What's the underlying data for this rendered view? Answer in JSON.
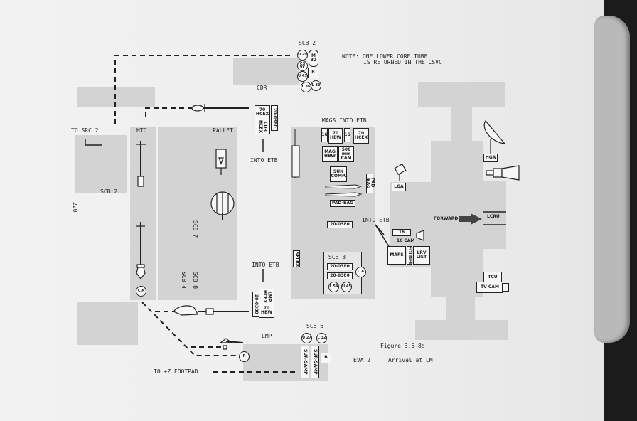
{
  "figure": {
    "number": "Figure 3.5-8d",
    "subtitle_mission": "EVA 2",
    "subtitle_event": "Arrival at LM",
    "page_number": "220",
    "note_line1": "NOTE: ONE LOWER CORE TUBE",
    "note_line2": "IS RETURNED IN THE CSVC"
  },
  "labels": {
    "scb2_top": "SCB 2",
    "cdr": "CDR",
    "into_etb_cdr": "INTO ETB",
    "to_src2": "TO SRC 2",
    "htc": "HTC",
    "pallet": "PALLET",
    "scb2_left": "SCB 2",
    "scb7": "SCB 7",
    "scb8": "SCB 8",
    "scb4": "SCB 4",
    "into_etb_lmp": "INTO ETB",
    "lmp": "LMP",
    "scb6": "SCB 6",
    "to_footpad": "TO +Z FOOTPAD",
    "mags_into_etb": "MAGS INTO ETB",
    "into_etb_right": "INTO ETB",
    "scb3": "SCB 3",
    "forward": "FORWARD"
  },
  "scb2_items": {
    "c1": "U 29",
    "c2": "CS VC",
    "c3": "U 43",
    "c4": "L 36",
    "c5": "L 33",
    "c6": "M 32",
    "box": "B"
  },
  "cdr_items": {
    "hcex": "70 HCEX",
    "cdr_hcex": "CDR HCEX",
    "sleeve": "20-0380"
  },
  "etb_items": {
    "b1": "16",
    "hbw": "70 HBW",
    "b2": "16",
    "hcex": "70 HCEX",
    "mag": "MAG HBW",
    "cam": "500 mm CAM",
    "sun": "SUN COMP.",
    "padbag_v": "PAD-BAG",
    "padbag_h": "PAD-BAG",
    "sleeve": "20-0380"
  },
  "lmp_items": {
    "sleeve": "20-0380",
    "lmp_hcex": "LMP HCEX",
    "hbw": "70 HBW",
    "vbox": "SELB8"
  },
  "scb3_items": {
    "s1": "20-0380",
    "s2": "20-0380",
    "ca": "C A",
    "l54": "L 54",
    "u45": "U 45"
  },
  "scb6_items": {
    "u27": "U 27",
    "l32": "L 32",
    "samp1": "SUR-SAMP",
    "samp2": "SUR-SAMP",
    "b": "B"
  },
  "htc_items": {
    "ca": "C A"
  },
  "lmp_tool": {
    "r": "R"
  },
  "lrv_items": {
    "lga": "LGA",
    "hga": "HGA",
    "lcru": "LCRU",
    "tcu": "TCU",
    "tv_cam": "TV CAM",
    "cam16": "16",
    "cam16_label": "16 CAM",
    "maps": "MAPS",
    "folder": "FOLDER",
    "lrv_list": "LRV LIST"
  },
  "colors": {
    "paper": "#eeeeee",
    "shade": "#d3d3d3",
    "ink": "#222222",
    "binder": "#1b1b1b"
  }
}
